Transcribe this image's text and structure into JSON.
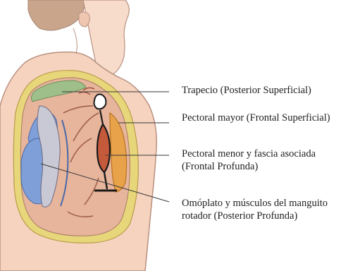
{
  "labels": {
    "trapecio": "Trapecio (Posterior Superficial)",
    "pectoral_mayor": "Pectoral mayor (Frontal Superficial)",
    "pectoral_menor_line1": "Pectoral menor y fascia asociada",
    "pectoral_menor_line2": "(Frontal Profunda)",
    "omoplato_line1": "Omóplato y músculos del manguito",
    "omoplato_line2": "rotador (Posterior Profunda)"
  },
  "colors": {
    "skin": "#f6d3be",
    "skin_outline": "#b89080",
    "fascia_yellow": "#e8d77a",
    "muscle_tissue": "#e7b49c",
    "trapezius_green": "#9fbf8a",
    "scapula_blue": "#7f9fd8",
    "pectoralis_orange": "#e8a24a",
    "pectoralis_minor_red": "#c55a3a",
    "line_dark": "#3a3a3a",
    "vessel_red": "#9a4a3a"
  }
}
